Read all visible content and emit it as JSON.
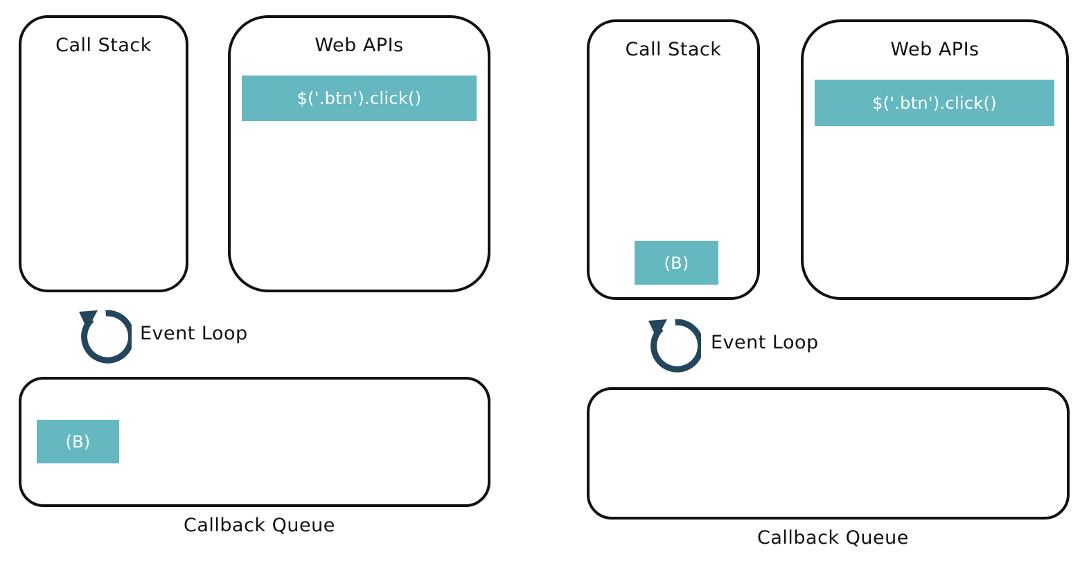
{
  "colors": {
    "chip": "#65b8bf",
    "loop_icon": "#23465c",
    "outline": "#111111"
  },
  "icons": {
    "event_loop": "circular-arrow-icon"
  },
  "panels": [
    {
      "call_stack": {
        "title": "Call Stack",
        "items": []
      },
      "web_apis": {
        "title": "Web APIs",
        "items": [
          "$('.btn').click()"
        ]
      },
      "event_loop": {
        "label": "Event Loop"
      },
      "callback_queue": {
        "label": "Callback Queue",
        "items": [
          "(B)"
        ]
      }
    },
    {
      "call_stack": {
        "title": "Call Stack",
        "items": [
          "(B)"
        ]
      },
      "web_apis": {
        "title": "Web APIs",
        "items": [
          "$('.btn').click()"
        ]
      },
      "event_loop": {
        "label": "Event Loop"
      },
      "callback_queue": {
        "label": "Callback Queue",
        "items": []
      }
    }
  ]
}
